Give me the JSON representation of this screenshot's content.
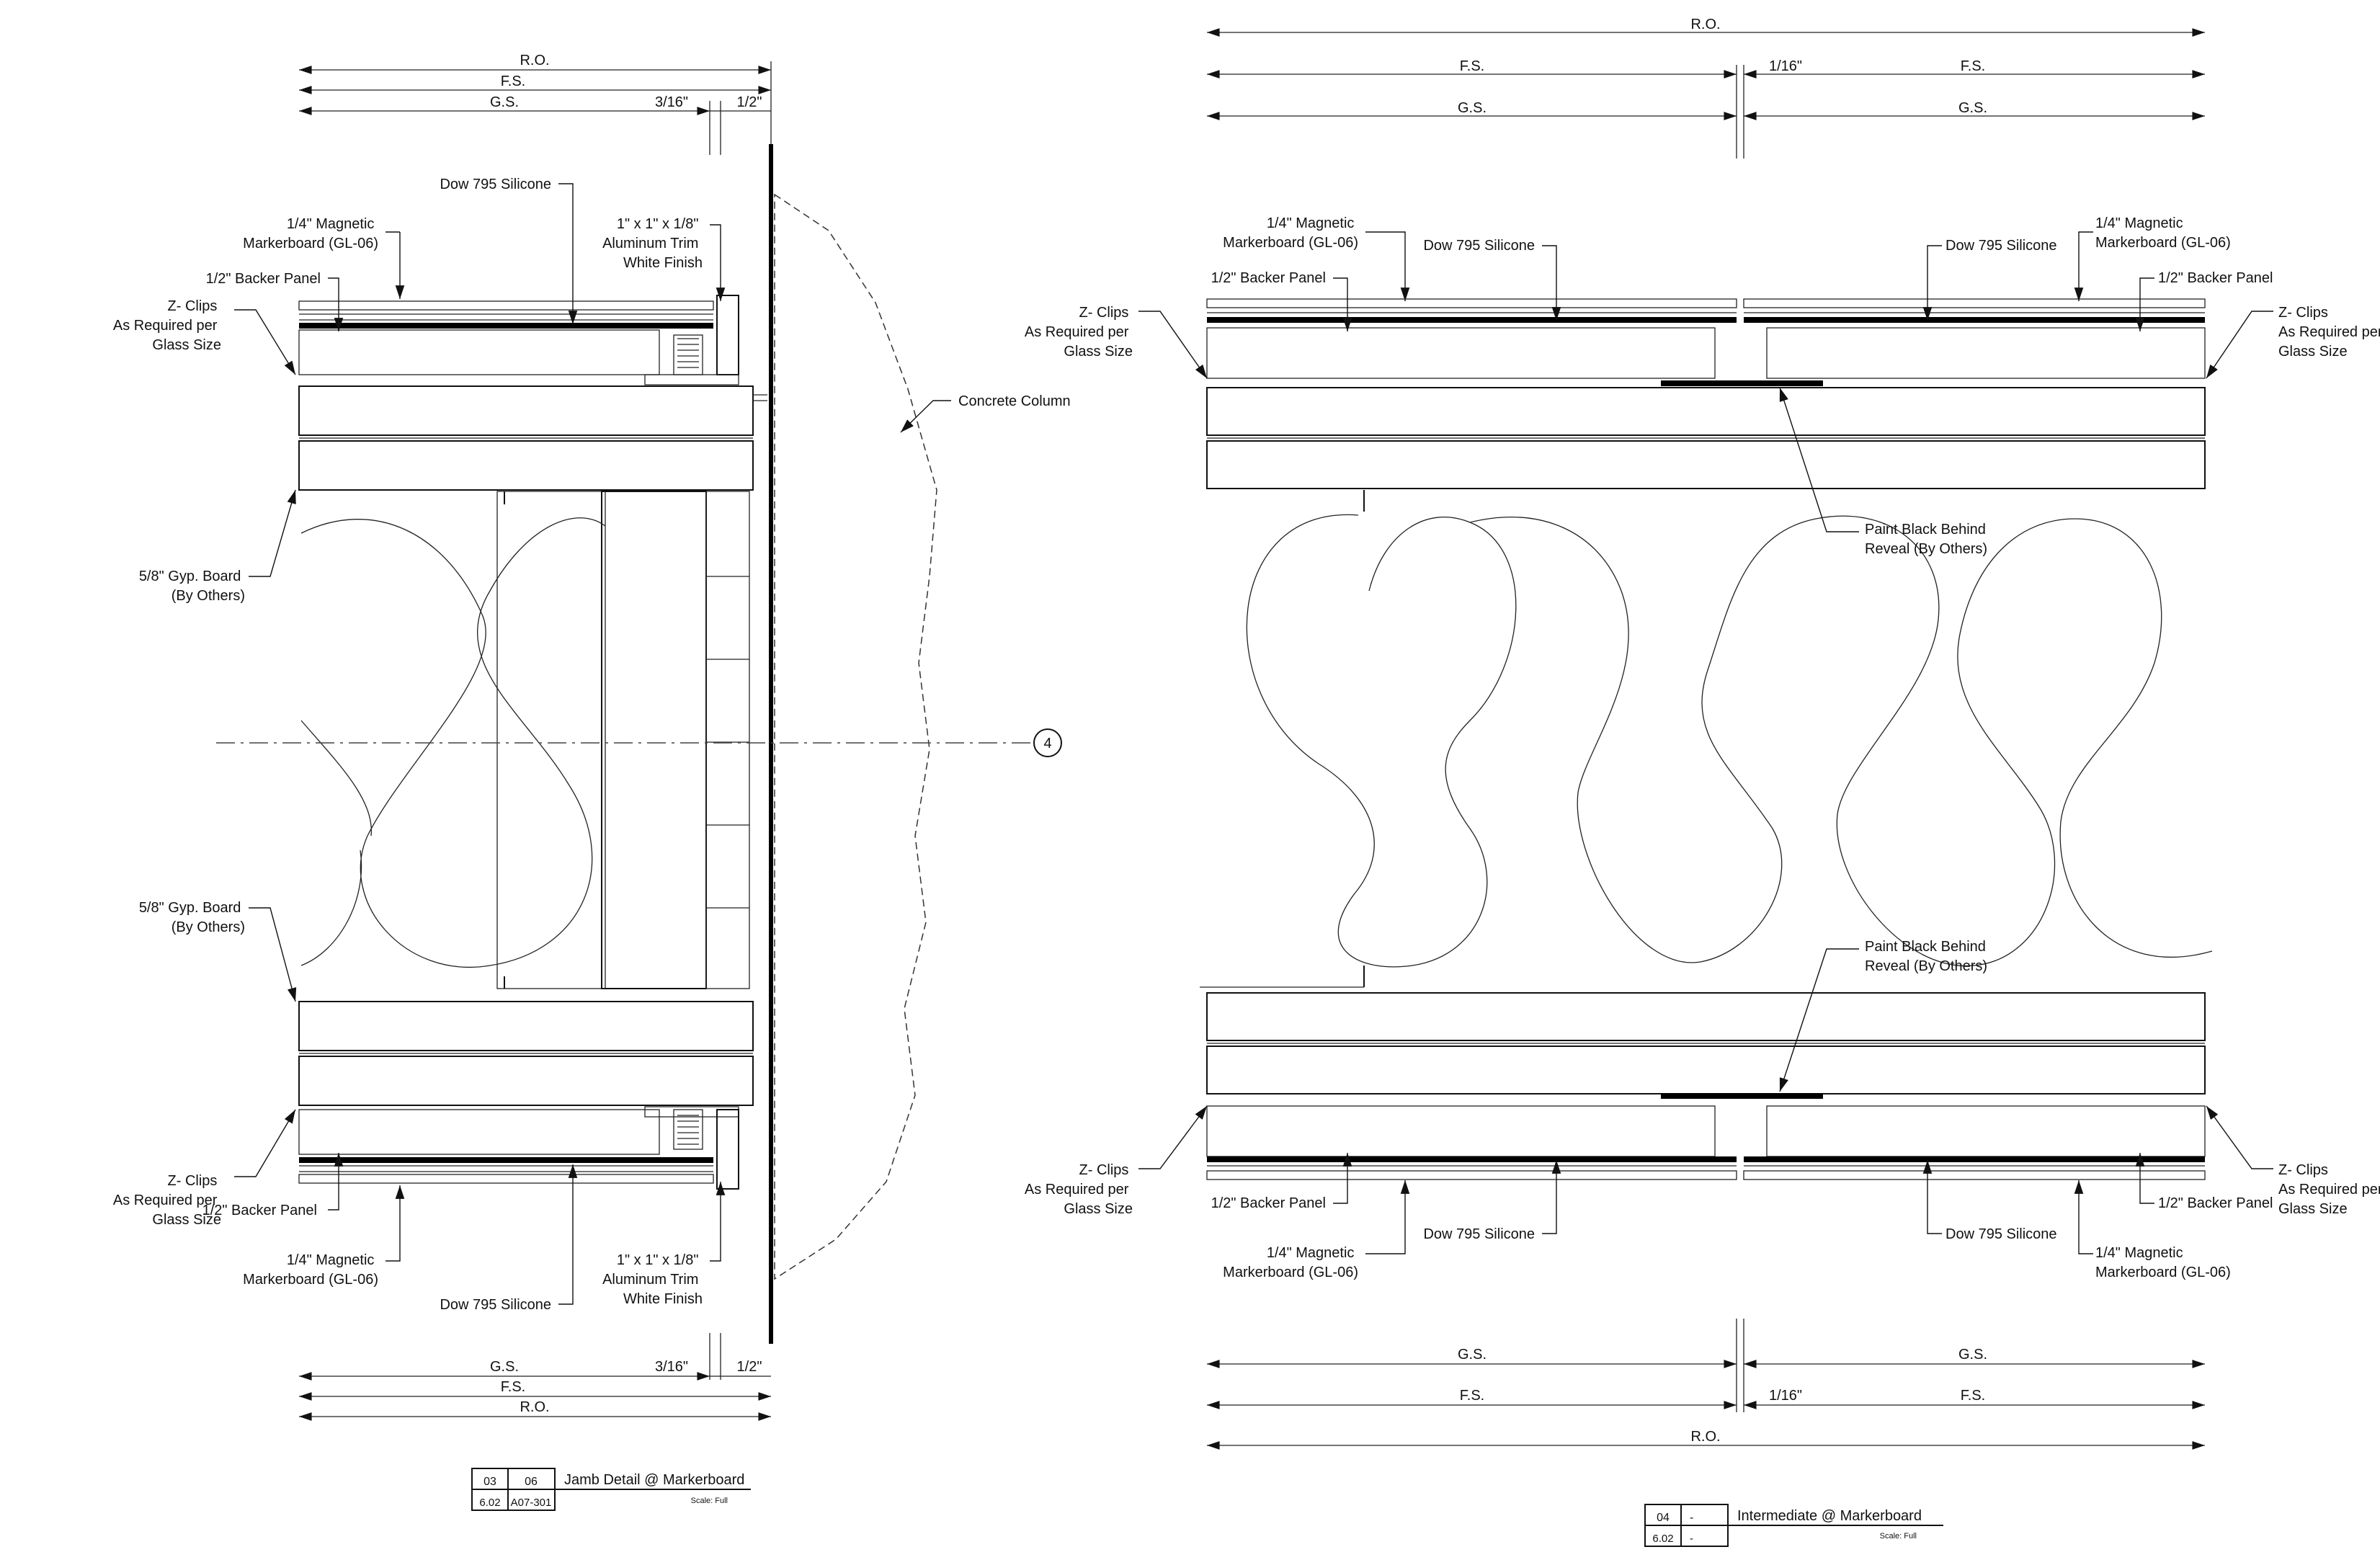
{
  "colors": {
    "line": "#111111",
    "background": "#ffffff",
    "fill_black": "#000000"
  },
  "dims": {
    "ro": "R.O.",
    "fs": "F.S.",
    "gs": "G.S.",
    "three_sixteenths": "3/16\"",
    "half": "1/2\"",
    "one_sixteenth": "1/16\""
  },
  "labels": {
    "magnetic": "1/4\" Magnetic\nMarkerboard (GL-06)",
    "backer_panel": "1/2\" Backer Panel",
    "silicone": "Dow 795 Silicone",
    "trim": "1\" x 1\" x 1/8\"\nAluminum Trim\nWhite Finish",
    "z_clips": "Z- Clips\nAs Required per\nGlass Size",
    "gyp_board": "5/8\" Gyp. Board\n(By Others)",
    "concrete": "Concrete Column",
    "paint_black": "Paint Black Behind\nReveal (By Others)",
    "grid_tag": "4"
  },
  "title_blocks": [
    {
      "detail_no": "03",
      "ref": "06",
      "sheet": "6.02",
      "ref_sheet": "A07-301",
      "title": "Jamb Detail @ Markerboard",
      "scale": "Scale: Full"
    },
    {
      "detail_no": "04",
      "ref": "-",
      "sheet": "6.02",
      "ref_sheet": "-",
      "title": "Intermediate @ Markerboard",
      "scale": "Scale: Full"
    }
  ]
}
